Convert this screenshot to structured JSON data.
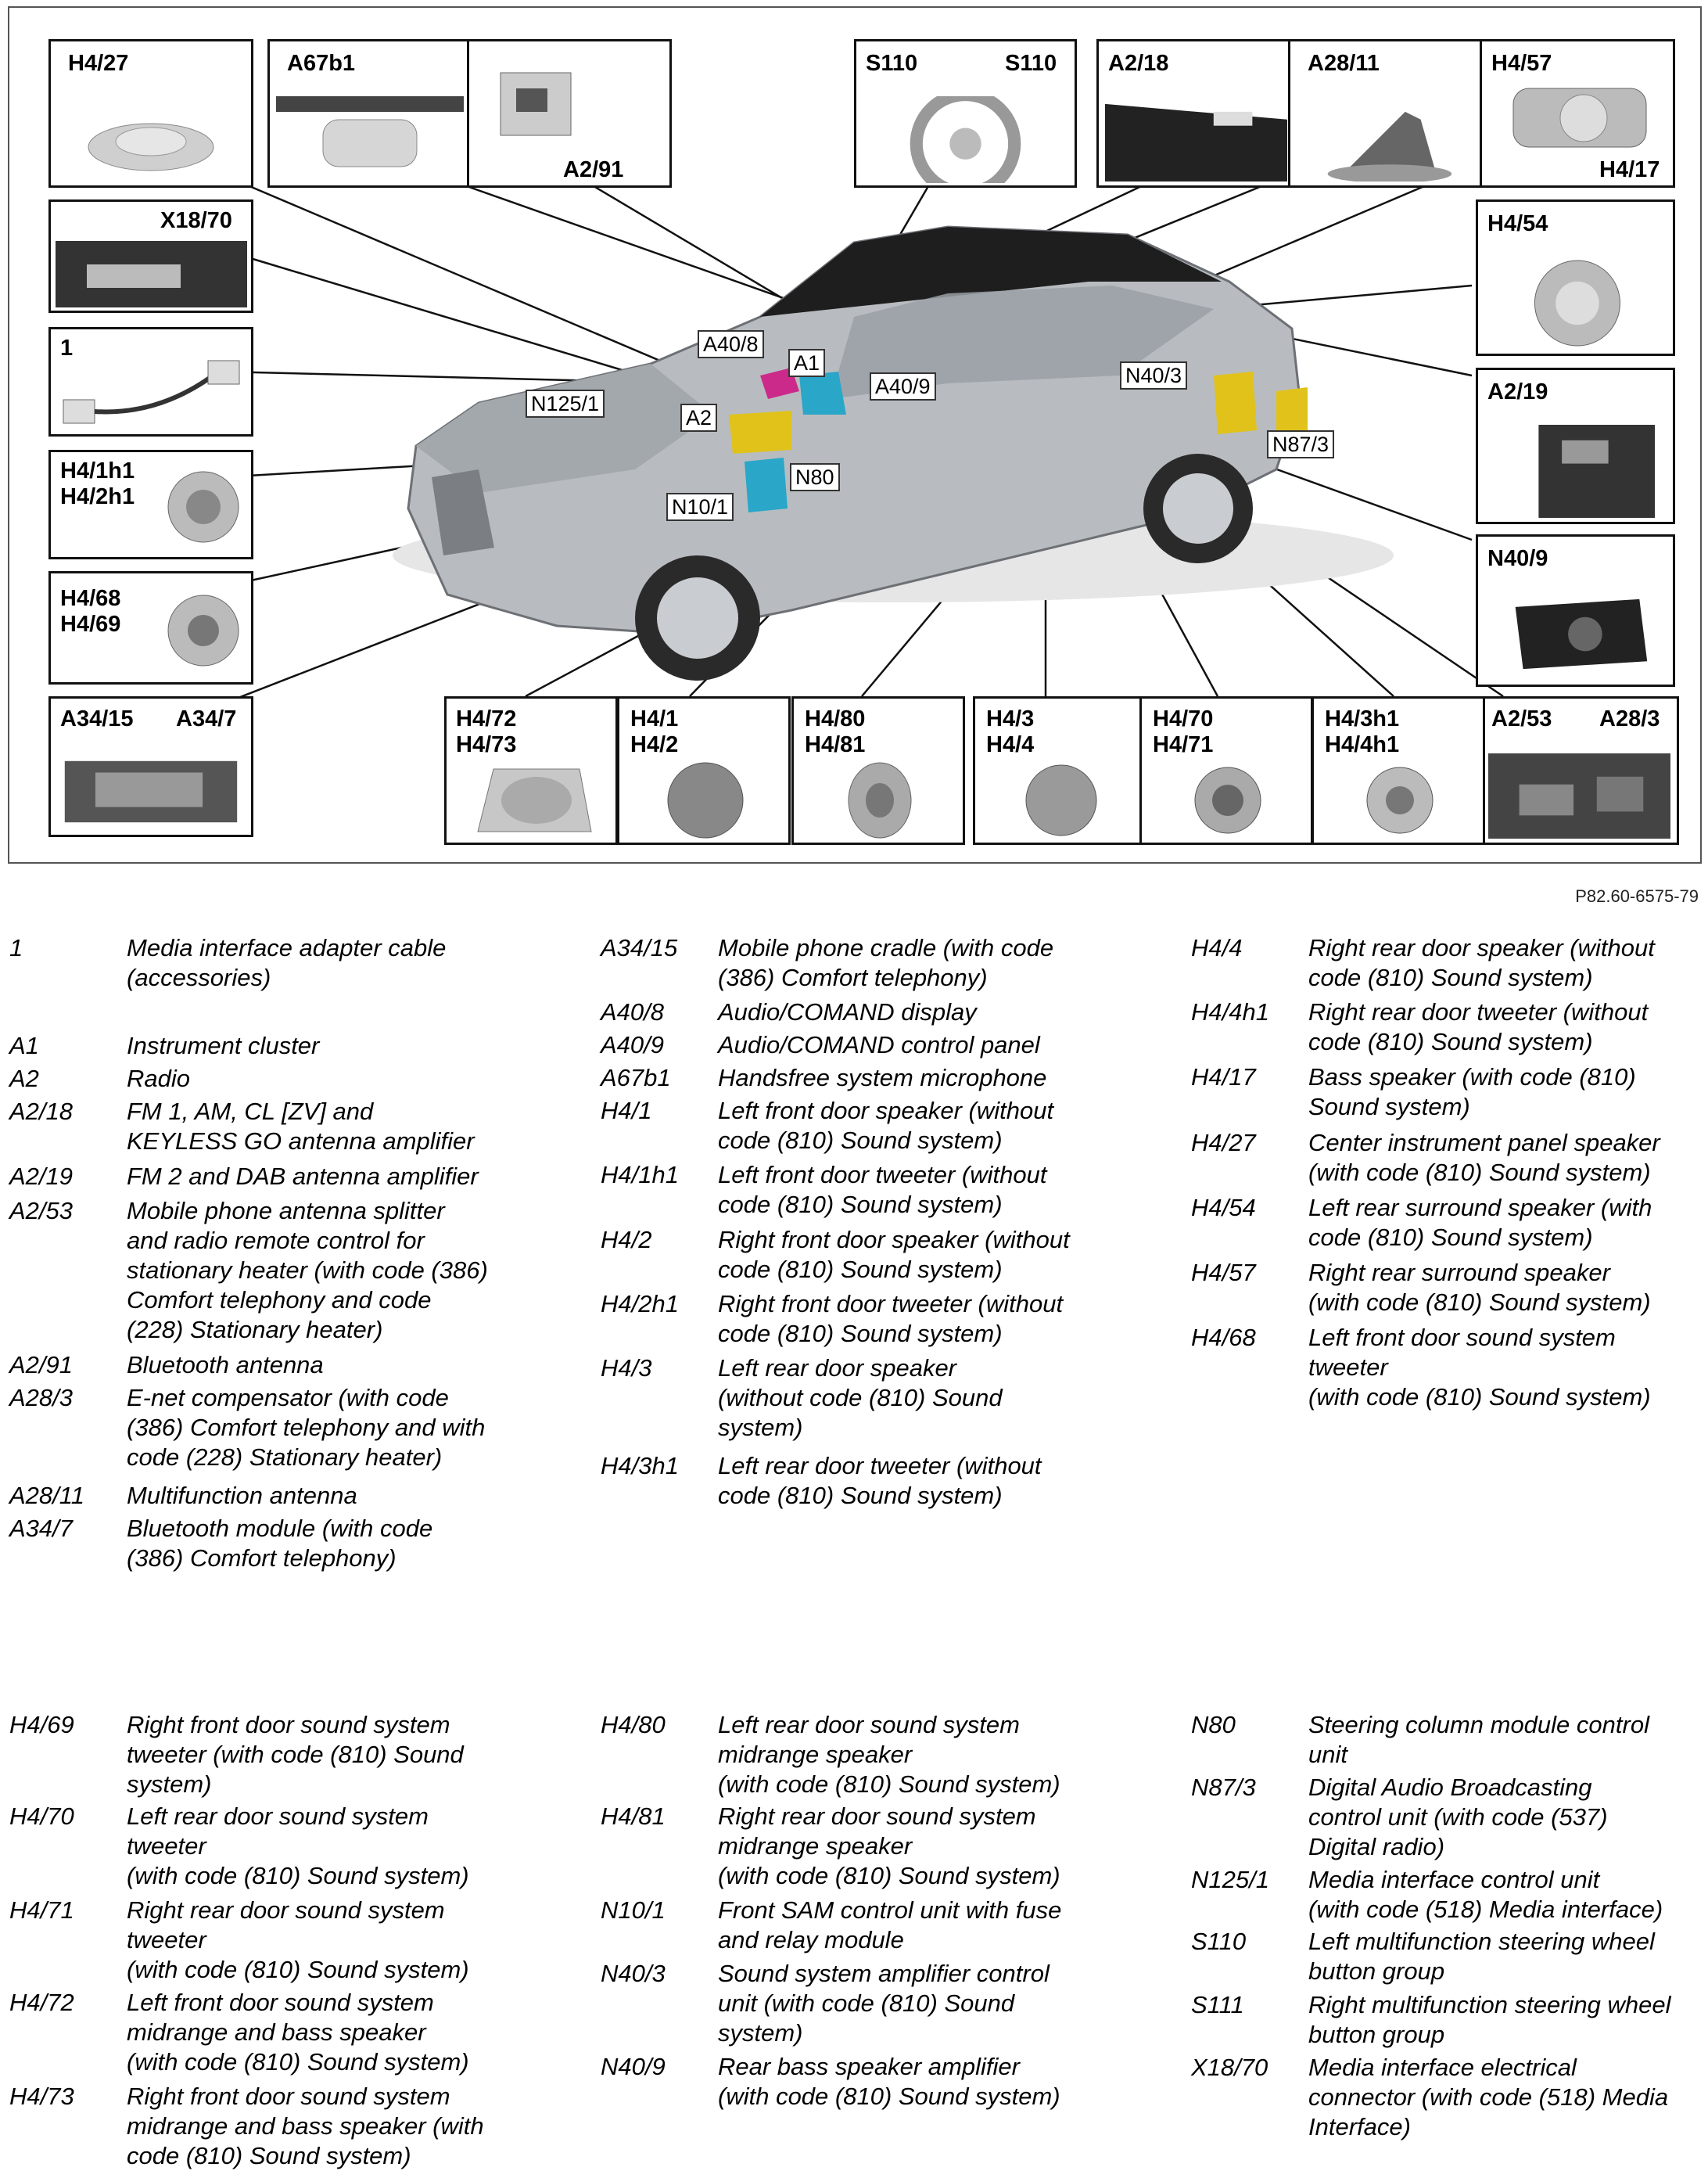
{
  "figure_ref": "P82.60-6575-79",
  "diagram": {
    "top_boxes": [
      {
        "id": "h4-27",
        "labels": [
          "H4/27"
        ]
      },
      {
        "id": "a67b1",
        "labels": [
          "A67b1"
        ]
      },
      {
        "id": "a2-91",
        "labels": [
          "A2/91"
        ]
      },
      {
        "id": "s110",
        "labels": [
          "S110",
          "S110"
        ]
      },
      {
        "id": "a2-18",
        "labels": [
          "A2/18"
        ]
      },
      {
        "id": "a28-11",
        "labels": [
          "A28/11"
        ]
      },
      {
        "id": "h4-57",
        "labels": [
          "H4/57",
          "H4/17"
        ]
      }
    ],
    "left_boxes": [
      {
        "id": "x18-70",
        "labels": [
          "X18/70"
        ]
      },
      {
        "id": "one",
        "labels": [
          "1"
        ]
      },
      {
        "id": "h4-1h1",
        "labels": [
          "H4/1h1\nH4/2h1"
        ]
      },
      {
        "id": "h4-68",
        "labels": [
          "H4/68\nH4/69"
        ]
      },
      {
        "id": "a34-15",
        "labels": [
          "A34/15",
          "A34/7"
        ]
      }
    ],
    "right_boxes": [
      {
        "id": "h4-54",
        "labels": [
          "H4/54"
        ]
      },
      {
        "id": "a2-19",
        "labels": [
          "A2/19"
        ]
      },
      {
        "id": "n40-9",
        "labels": [
          "N40/9"
        ]
      },
      {
        "id": "a2-53",
        "labels": [
          "A2/53",
          "A28/3"
        ]
      }
    ],
    "bottom_boxes": [
      {
        "id": "h4-72",
        "labels": [
          "H4/72\nH4/73"
        ]
      },
      {
        "id": "h4-1",
        "labels": [
          "H4/1\nH4/2"
        ]
      },
      {
        "id": "h4-80",
        "labels": [
          "H4/80\nH4/81"
        ]
      },
      {
        "id": "h4-3",
        "labels": [
          "H4/3\nH4/4"
        ]
      },
      {
        "id": "h4-70",
        "labels": [
          "H4/70\nH4/71"
        ]
      },
      {
        "id": "h4-3h1",
        "labels": [
          "H4/3h1\nH4/4h1"
        ]
      }
    ],
    "car_labels": [
      "A40/8",
      "A1",
      "A40/9",
      "N125/1",
      "A2",
      "N80",
      "N10/1",
      "N40/3",
      "N87/3"
    ]
  },
  "legend_top": {
    "col1": [
      {
        "code": "1",
        "desc": "Media interface adapter cable\n(accessories)"
      },
      {
        "code": "A1",
        "desc": "Instrument cluster"
      },
      {
        "code": "A2",
        "desc": "Radio"
      },
      {
        "code": "A2/18",
        "desc": "FM 1, AM, CL [ZV] and\nKEYLESS GO antenna amplifier"
      },
      {
        "code": "A2/19",
        "desc": "FM 2 and DAB antenna amplifier"
      },
      {
        "code": "A2/53",
        "desc": "Mobile phone antenna splitter\nand radio remote control for\nstationary heater (with code (386)\nComfort telephony and code\n(228) Stationary heater)"
      },
      {
        "code": "A2/91",
        "desc": "Bluetooth antenna"
      },
      {
        "code": "A28/3",
        "desc": "E-net compensator (with code\n(386) Comfort telephony and with\ncode (228) Stationary heater)"
      },
      {
        "code": "A28/11",
        "desc": "Multifunction antenna"
      },
      {
        "code": "A34/7",
        "desc": "Bluetooth module (with code\n(386) Comfort telephony)"
      }
    ],
    "col2": [
      {
        "code": "A34/15",
        "desc": "Mobile phone cradle (with code\n(386) Comfort telephony)"
      },
      {
        "code": "A40/8",
        "desc": "Audio/COMAND display"
      },
      {
        "code": "A40/9",
        "desc": "Audio/COMAND control panel"
      },
      {
        "code": "A67b1",
        "desc": "Handsfree system microphone"
      },
      {
        "code": "H4/1",
        "desc": "Left front door speaker (without\ncode (810) Sound system)"
      },
      {
        "code": "H4/1h1",
        "desc": "Left front door tweeter (without\ncode (810) Sound system)"
      },
      {
        "code": "H4/2",
        "desc": "Right front door speaker (without\ncode (810) Sound system)"
      },
      {
        "code": "H4/2h1",
        "desc": "Right front door tweeter (without\ncode (810) Sound system)"
      },
      {
        "code": "H4/3",
        "desc": "Left rear door speaker\n(without code (810) Sound\nsystem)"
      },
      {
        "code": "H4/3h1",
        "desc": "Left rear door tweeter (without\ncode (810) Sound system)"
      }
    ],
    "col3": [
      {
        "code": "H4/4",
        "desc": "Right rear door speaker (without\ncode (810) Sound system)"
      },
      {
        "code": "H4/4h1",
        "desc": "Right rear door tweeter (without\ncode (810) Sound system)"
      },
      {
        "code": "H4/17",
        "desc": "Bass speaker (with code (810)\nSound system)"
      },
      {
        "code": "H4/27",
        "desc": "Center instrument panel speaker\n(with code (810) Sound system)"
      },
      {
        "code": "H4/54",
        "desc": "Left rear surround speaker (with\ncode (810) Sound system)"
      },
      {
        "code": "H4/57",
        "desc": "Right rear surround speaker\n(with code (810) Sound system)"
      },
      {
        "code": "H4/68",
        "desc": "Left front door sound system\ntweeter\n(with code (810) Sound system)"
      }
    ]
  },
  "legend_bottom": {
    "col1": [
      {
        "code": "H4/69",
        "desc": "Right front door sound system\ntweeter (with code (810) Sound\nsystem)"
      },
      {
        "code": "H4/70",
        "desc": "Left rear door sound system\ntweeter\n(with code (810) Sound system)"
      },
      {
        "code": "H4/71",
        "desc": "Right rear door sound system\ntweeter\n(with code (810) Sound system)"
      },
      {
        "code": "H4/72",
        "desc": "Left front door sound system\nmidrange and bass speaker\n(with code (810) Sound system)"
      },
      {
        "code": "H4/73",
        "desc": "Right front door sound system\nmidrange and bass speaker (with\ncode (810) Sound system)"
      }
    ],
    "col2": [
      {
        "code": "H4/80",
        "desc": "Left rear door sound system\nmidrange speaker\n(with code (810) Sound system)"
      },
      {
        "code": "H4/81",
        "desc": "Right rear door sound system\nmidrange speaker\n(with code (810) Sound system)"
      },
      {
        "code": "N10/1",
        "desc": "Front SAM control unit with fuse\nand relay module"
      },
      {
        "code": "N40/3",
        "desc": "Sound system amplifier control\nunit (with code (810) Sound\nsystem)"
      },
      {
        "code": "N40/9",
        "desc": "Rear bass speaker amplifier\n(with code (810) Sound system)"
      }
    ],
    "col3": [
      {
        "code": "N80",
        "desc": "Steering column module control\nunit"
      },
      {
        "code": "N87/3",
        "desc": "Digital Audio Broadcasting\ncontrol unit (with code (537)\nDigital radio)"
      },
      {
        "code": "N125/1",
        "desc": "Media interface control unit\n(with code (518) Media interface)"
      },
      {
        "code": "S110",
        "desc": "Left multifunction steering wheel\nbutton group"
      },
      {
        "code": "S111",
        "desc": "Right multifunction steering wheel\nbutton group"
      },
      {
        "code": "X18/70",
        "desc": "Media interface electrical\nconnector (with code (518) Media\nInterface)"
      }
    ]
  }
}
